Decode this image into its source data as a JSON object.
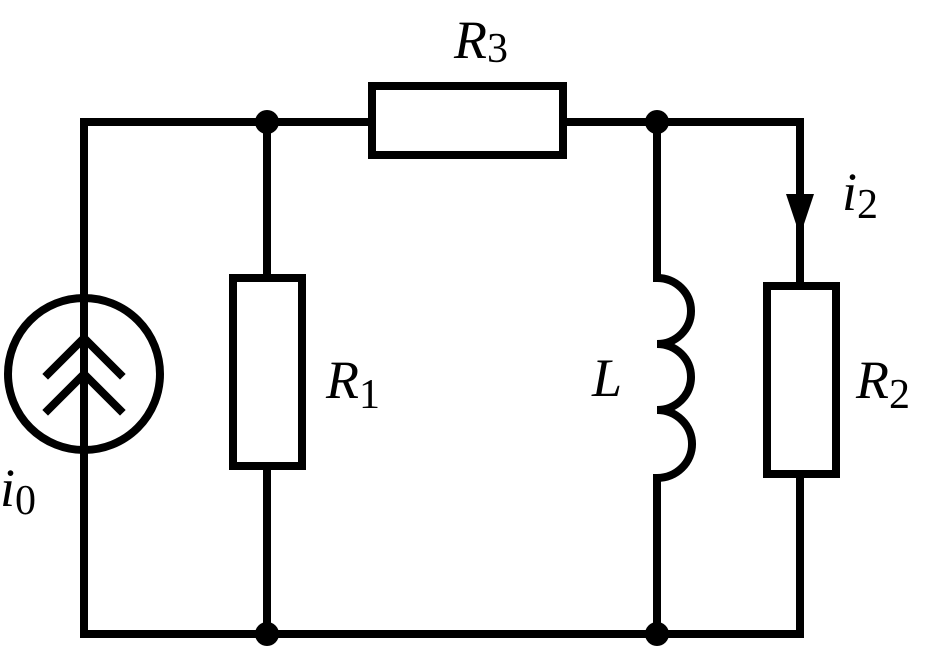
{
  "diagram": {
    "components": {
      "current_source": {
        "symbol": "i",
        "subscript": "0"
      },
      "resistor_1": {
        "symbol": "R",
        "subscript": "1"
      },
      "resistor_2": {
        "symbol": "R",
        "subscript": "2"
      },
      "resistor_3": {
        "symbol": "R",
        "subscript": "3"
      },
      "inductor": {
        "symbol": "L"
      },
      "branch_current": {
        "symbol": "i",
        "subscript": "2"
      }
    },
    "colors": {
      "line": "#000000",
      "background": "#ffffff"
    }
  }
}
